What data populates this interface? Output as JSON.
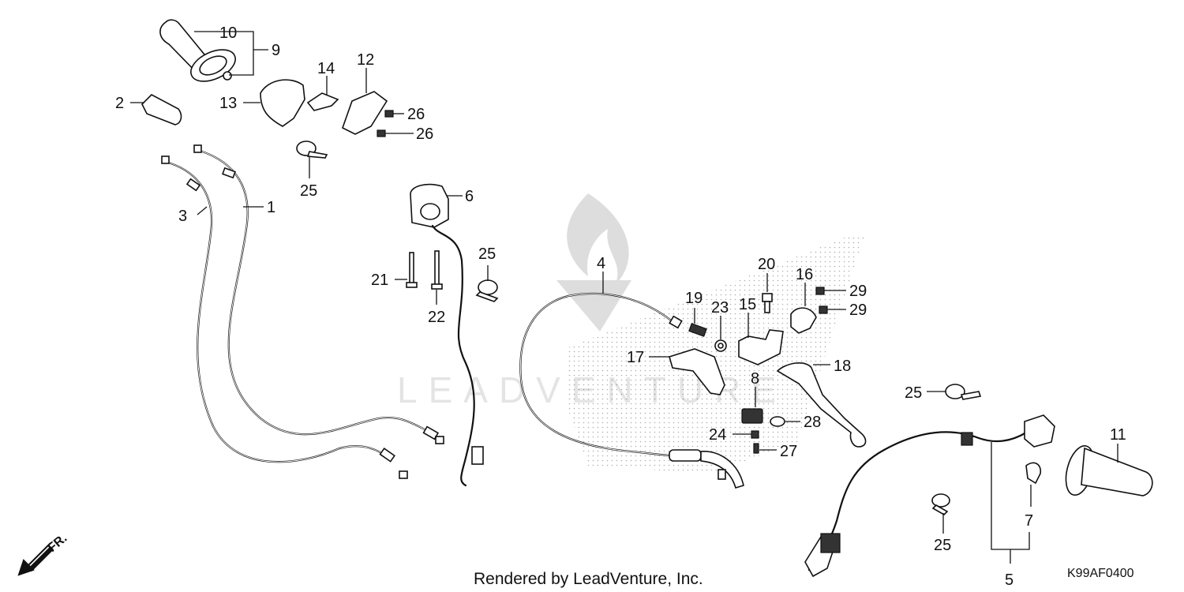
{
  "footer": {
    "rendered_by": "Rendered by LeadVenture, Inc.",
    "diagram_code": "K99AF0400",
    "front_marker": "FR."
  },
  "watermark": {
    "text": "LEADVENTURE"
  },
  "callouts": [
    "1",
    "2",
    "3",
    "4",
    "5",
    "6",
    "7",
    "8",
    "9",
    "10",
    "11",
    "12",
    "13",
    "14",
    "15",
    "16",
    "17",
    "18",
    "19",
    "20",
    "21",
    "22",
    "23",
    "24",
    "25",
    "26",
    "27",
    "28",
    "29"
  ],
  "icons": {
    "front_arrow": "arrow-down-left-icon",
    "watermark_logo": "flame-logo-icon"
  }
}
